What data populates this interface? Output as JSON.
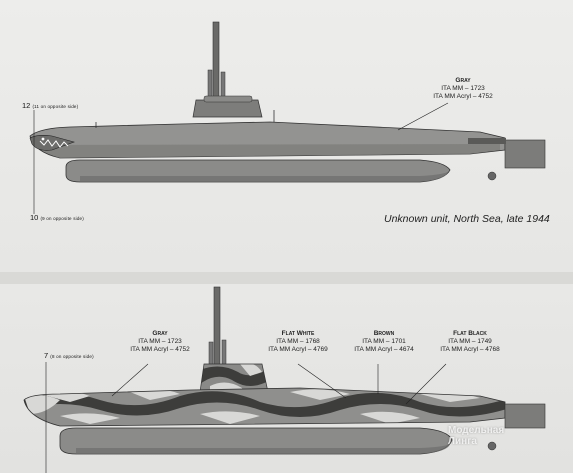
{
  "top_sub": {
    "callout_top": {
      "number": "12",
      "note": "(11 on opposite side)"
    },
    "callout_bottom": {
      "number": "10",
      "note": "(9 on opposite side)"
    },
    "paint": {
      "name": "Gray",
      "line1": "ITA MM – 1723",
      "line2": "ITA MM Acryl – 4752"
    },
    "caption": "Unknown unit, North Sea, late 1944"
  },
  "bottom_sub": {
    "callout": {
      "number": "7",
      "note": "(8 on opposite side)"
    },
    "paints": [
      {
        "name": "Gray",
        "line1": "ITA MM – 1723",
        "line2": "ITA MM Acryl – 4752"
      },
      {
        "name": "Flat White",
        "line1": "ITA MM – 1768",
        "line2": "ITA MM Acryl – 4769"
      },
      {
        "name": "Brown",
        "line1": "ITA MM – 1701",
        "line2": "ITA MM Acryl – 4674"
      },
      {
        "name": "Flat Black",
        "line1": "ITA MM – 1749",
        "line2": "ITA MM Acryl – 4768"
      }
    ]
  },
  "watermark": {
    "line1": "Модельная",
    "line2": "Линга"
  },
  "colors": {
    "hull_gray": "#8f8f8d",
    "dark_gray": "#5f5f5d",
    "camo_dark": "#3d3d3b",
    "camo_light": "#d8d8d6"
  }
}
